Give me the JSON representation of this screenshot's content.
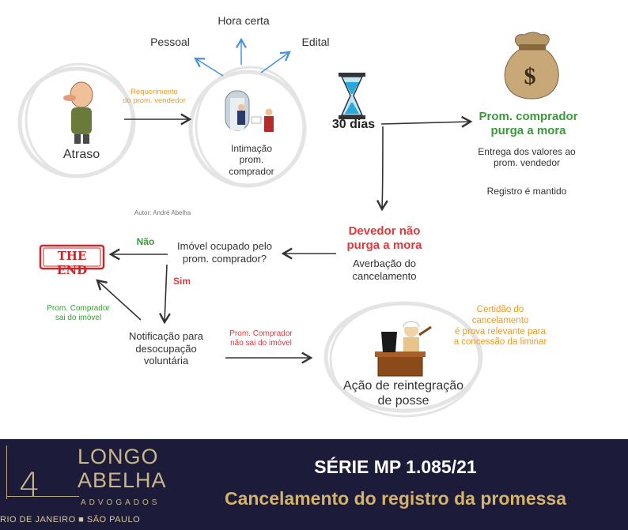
{
  "nodes": {
    "atraso": "Atraso",
    "requerimento": "Requerimento\ndo prom. vendedor",
    "pessoal": "Pessoal",
    "hora_certa": "Hora certa",
    "edital": "Edital",
    "intimacao": "Intimação\nprom.\ncomprador",
    "trinta_dias": "30 dias",
    "purga_title": "Prom. comprador\npurga a mora",
    "purga_entrega": "Entrega dos valores ao\nprom. vendedor",
    "purga_registro": "Registro é mantido",
    "devedor_title": "Devedor não\npurga a mora",
    "averbacao": "Averbação do\ncancelamento",
    "autor": "Autor: André Abelha",
    "imovel_ocupado": "Imóvel ocupado pelo\nprom. comprador?",
    "nao": "Não",
    "sim": "Sim",
    "the_end": "THE END",
    "saiu": "Prom. Comprador\nsai do imóvel",
    "notificacao": "Notificação para\ndesocupação\nvoluntária",
    "nao_saiu": "Prom. Comprador\nnão sai do imóvel",
    "certidao": "Certidão do\ncancelamento\né prova relevante para\na concessão da liminar",
    "reintegracao": "Ação de reintegração\nde posse",
    "dollar": "$"
  },
  "banner": {
    "logo_number": "4",
    "logo_line1": "LONGO",
    "logo_line2": "ABELHA",
    "logo_line3": "ADVOGADOS",
    "cities": "RIO DE JANEIRO ■ SÃO PAULO",
    "series": "SÉRIE MP 1.085/21",
    "subtitle": "Cancelamento do registro da promessa"
  },
  "colors": {
    "green": "#3a9a3a",
    "red": "#e0393e",
    "orange": "#f29a1f",
    "blue_arrow": "#4a90d9",
    "banner_bg": "#1c1c3a",
    "gold": "#d4b26a"
  },
  "icons": [
    "person-icon",
    "meeting-icon",
    "hourglass-icon",
    "money-bag-icon",
    "stamp-icon",
    "judge-icon"
  ]
}
